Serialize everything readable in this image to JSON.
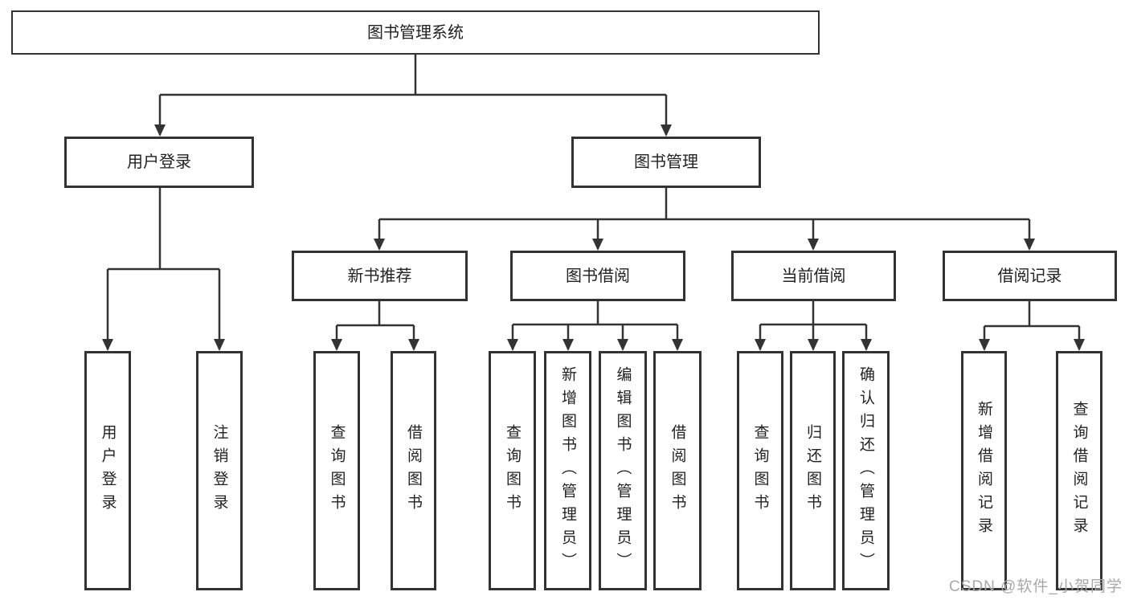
{
  "diagram": {
    "root": {
      "label": "图书管理系统",
      "children": [
        {
          "label": "用户登录",
          "children": [
            {
              "label": "用户登录"
            },
            {
              "label": "注销登录"
            }
          ]
        },
        {
          "label": "图书管理",
          "children": [
            {
              "label": "新书推荐",
              "children": [
                {
                  "label": "查询图书"
                },
                {
                  "label": "借阅图书"
                }
              ]
            },
            {
              "label": "图书借阅",
              "children": [
                {
                  "label": "查询图书"
                },
                {
                  "label": "新增图书（管理员）"
                },
                {
                  "label": "编辑图书（管理员）"
                },
                {
                  "label": "借阅图书"
                }
              ]
            },
            {
              "label": "当前借阅",
              "children": [
                {
                  "label": "查询图书"
                },
                {
                  "label": "归还图书"
                },
                {
                  "label": "确认归还（管理员）"
                }
              ]
            },
            {
              "label": "借阅记录",
              "children": [
                {
                  "label": "新增借阅记录"
                },
                {
                  "label": "查询借阅记录"
                }
              ]
            }
          ]
        }
      ]
    },
    "watermark": "CSDN @软件_小贺同学"
  },
  "colors": {
    "line": "#333333",
    "box_border": "#333333",
    "text": "#222222",
    "watermark": "#a8a8a8",
    "background": "#ffffff"
  }
}
